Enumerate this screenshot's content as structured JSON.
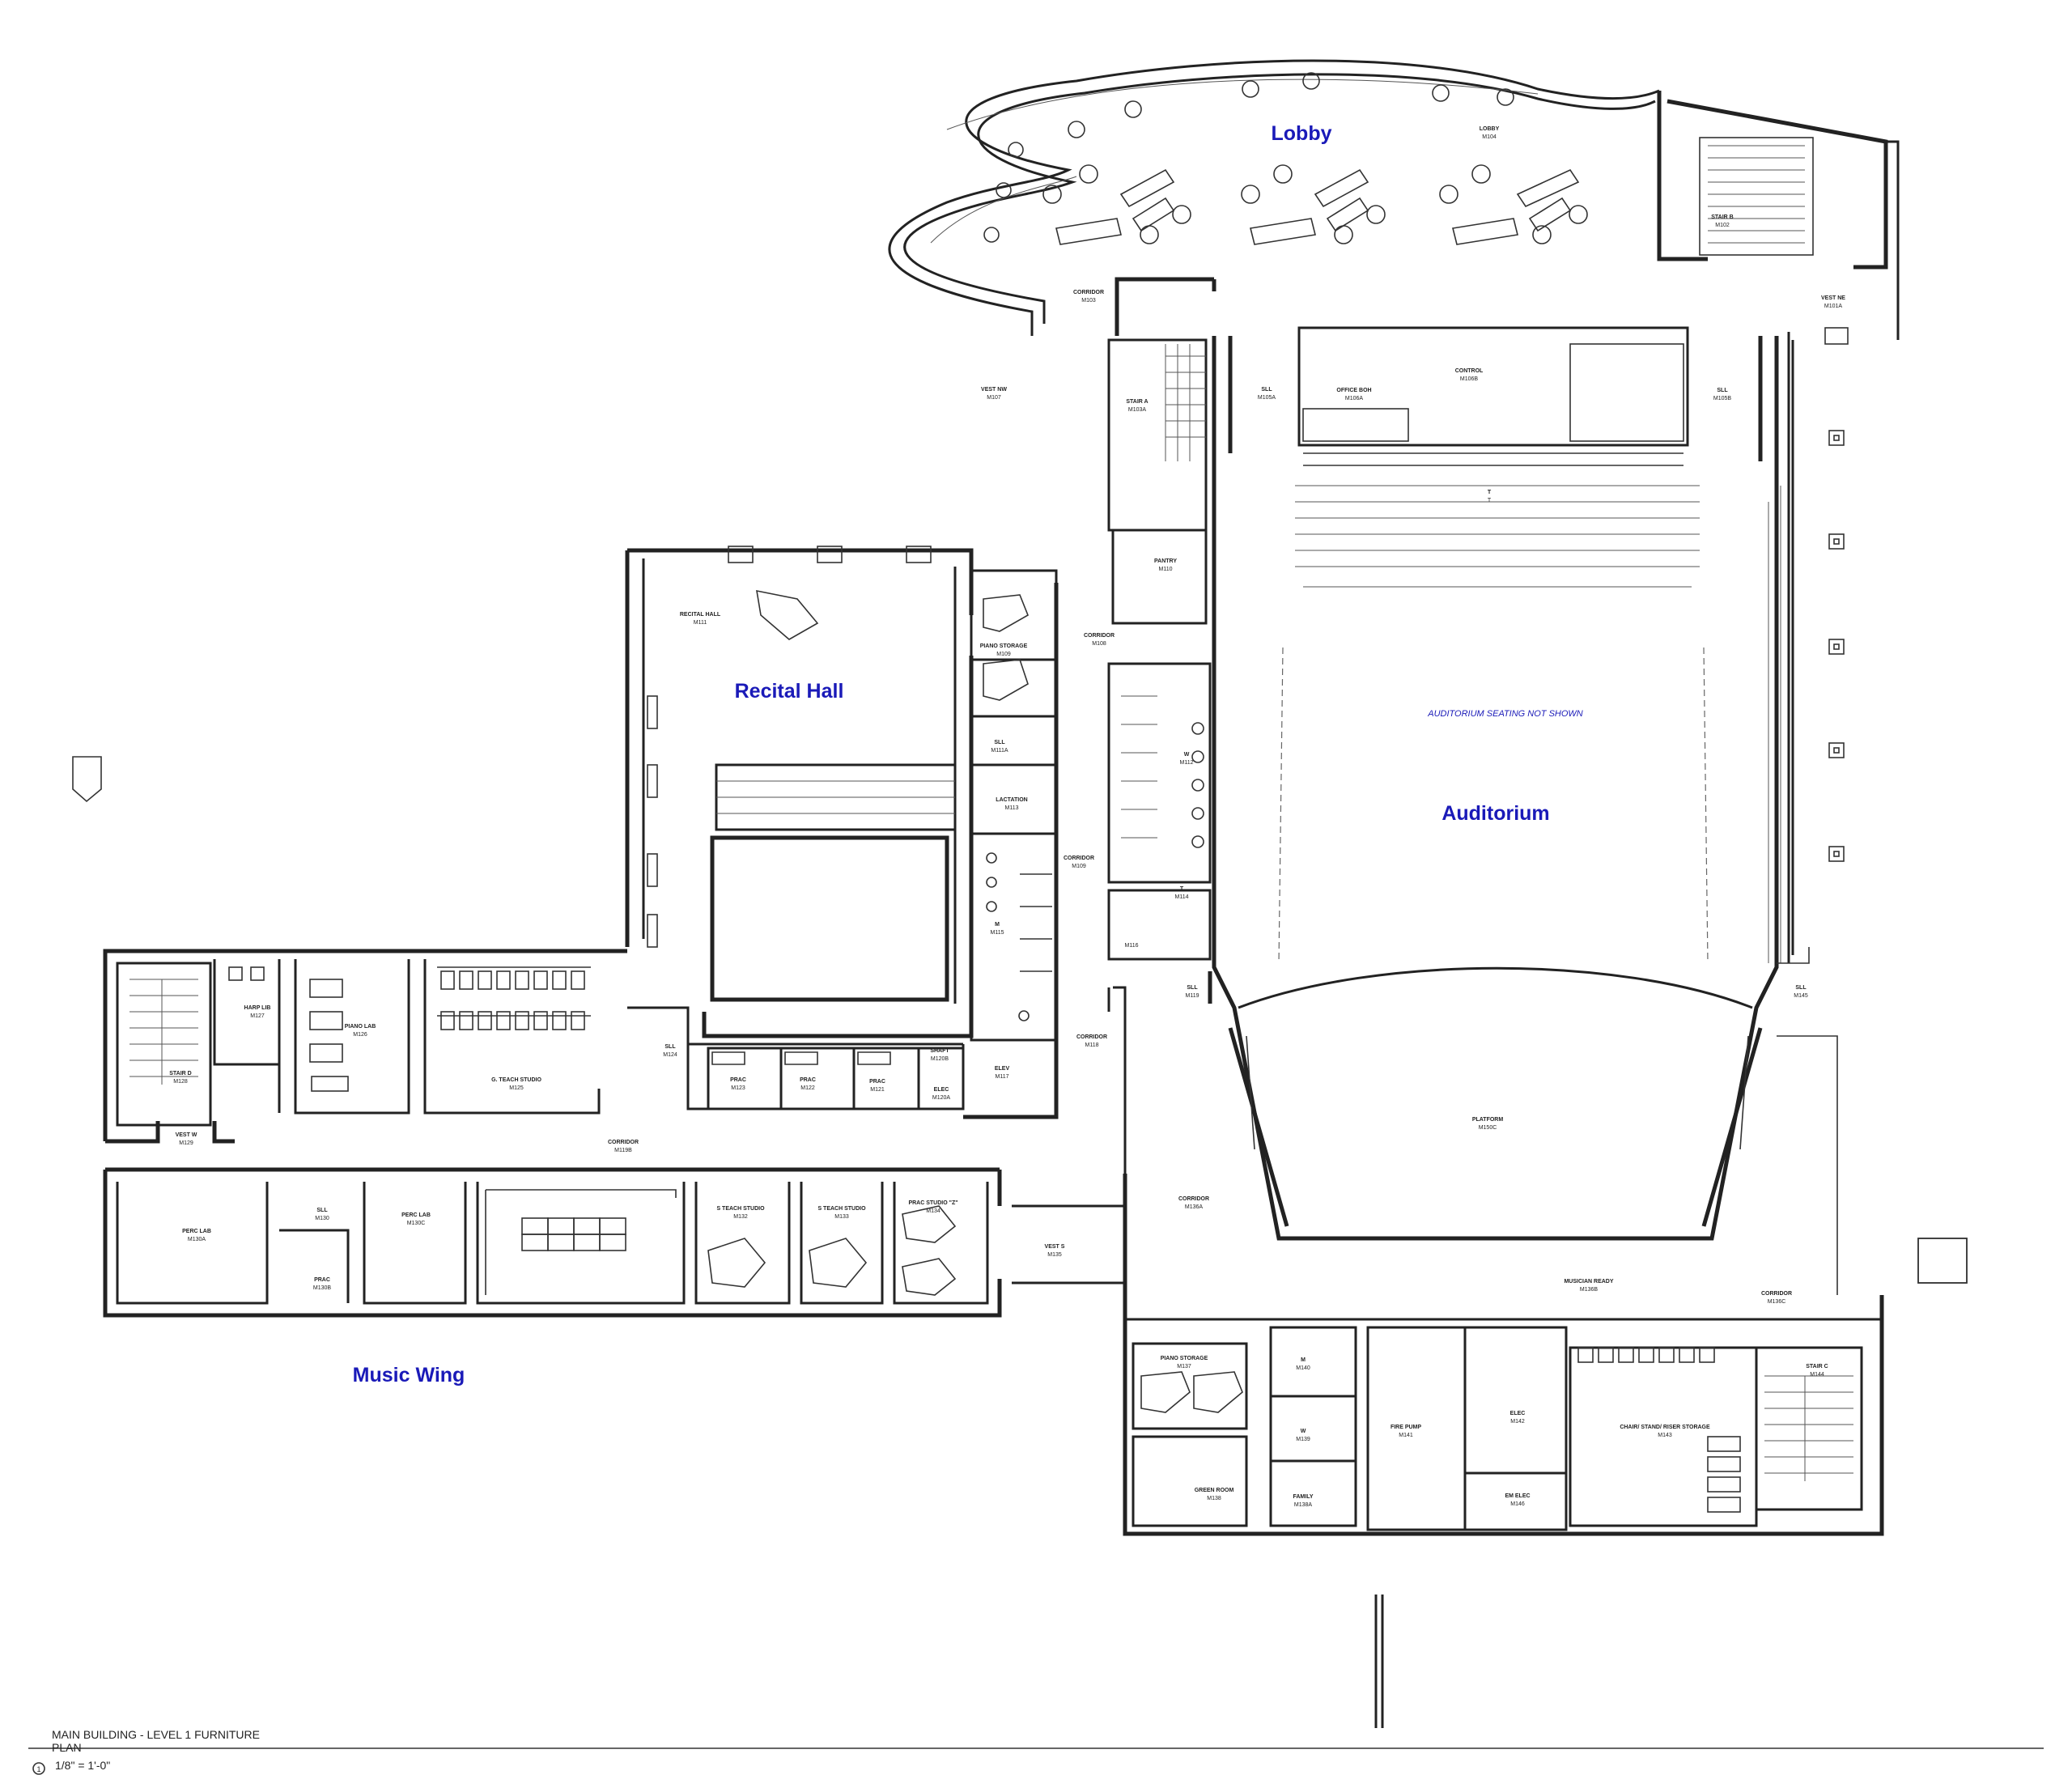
{
  "labels": {
    "lobby": "Lobby",
    "recital_hall": "Recital Hall",
    "auditorium": "Auditorium",
    "music_wing": "Music Wing",
    "auditorium_note": "AUDITORIUM SEATING NOT SHOWN"
  },
  "rooms": [
    {
      "name": "LOBBY",
      "num": "M104"
    },
    {
      "name": "STAIR B",
      "num": "M102"
    },
    {
      "name": "VEST NE",
      "num": "M101A"
    },
    {
      "name": "CORRIDOR",
      "num": "M103"
    },
    {
      "name": "VEST NW",
      "num": "M107"
    },
    {
      "name": "STAIR A",
      "num": "M103A"
    },
    {
      "name": "SLL",
      "num": "M105A"
    },
    {
      "name": "OFFICE BOH",
      "num": "M106A"
    },
    {
      "name": "CONTROL",
      "num": "M106B"
    },
    {
      "name": "SLL",
      "num": "M105B"
    },
    {
      "name": "T",
      "num": "T"
    },
    {
      "name": "RECITAL HALL",
      "num": "M111"
    },
    {
      "name": "PIANO STORAGE",
      "num": "M109"
    },
    {
      "name": "PANTRY",
      "num": "M110"
    },
    {
      "name": "CORRIDOR",
      "num": "M108"
    },
    {
      "name": "SLL",
      "num": "M111A"
    },
    {
      "name": "W",
      "num": "M112"
    },
    {
      "name": "LACTATION",
      "num": "M113"
    },
    {
      "name": "CORRIDOR",
      "num": "M109"
    },
    {
      "name": "M",
      "num": "M115"
    },
    {
      "name": "T",
      "num": "M114"
    },
    {
      "name": "",
      "num": "M116"
    },
    {
      "name": "SLL",
      "num": "M119"
    },
    {
      "name": "SLL",
      "num": "M145"
    },
    {
      "name": "HARP LIB",
      "num": "M127"
    },
    {
      "name": "PIANO LAB",
      "num": "M126"
    },
    {
      "name": "G. TEACH STUDIO",
      "num": "M125"
    },
    {
      "name": "SLL",
      "num": "M124"
    },
    {
      "name": "PRAC",
      "num": "M123"
    },
    {
      "name": "PRAC",
      "num": "M122"
    },
    {
      "name": "PRAC",
      "num": "M121"
    },
    {
      "name": "SHAFT",
      "num": "M120B"
    },
    {
      "name": "ELEC",
      "num": "M120A"
    },
    {
      "name": "ELEV",
      "num": "M117"
    },
    {
      "name": "CORRIDOR",
      "num": "M118"
    },
    {
      "name": "STAIR D",
      "num": "M128"
    },
    {
      "name": "VEST W",
      "num": "M129"
    },
    {
      "name": "CORRIDOR",
      "num": "M119B"
    },
    {
      "name": "PLATFORM",
      "num": "M150C"
    },
    {
      "name": "PERC LAB",
      "num": "M130A"
    },
    {
      "name": "SLL",
      "num": "M130"
    },
    {
      "name": "PERC LAB",
      "num": "M130C"
    },
    {
      "name": "PRAC",
      "num": "M130B"
    },
    {
      "name": "S TEACH STUDIO",
      "num": "M132"
    },
    {
      "name": "S TEACH STUDIO",
      "num": "M133"
    },
    {
      "name": "PRAC STUDIO \"Z\"",
      "num": "M134"
    },
    {
      "name": "VEST S",
      "num": "M135"
    },
    {
      "name": "CORRIDOR",
      "num": "M136A"
    },
    {
      "name": "MUSICIAN READY",
      "num": "M136B"
    },
    {
      "name": "CORRIDOR",
      "num": "M136C"
    },
    {
      "name": "PIANO STORAGE",
      "num": "M137"
    },
    {
      "name": "M",
      "num": "M140"
    },
    {
      "name": "W",
      "num": "M139"
    },
    {
      "name": "FAMILY",
      "num": "M138A"
    },
    {
      "name": "GREEN ROOM",
      "num": "M138"
    },
    {
      "name": "FIRE PUMP",
      "num": "M141"
    },
    {
      "name": "ELEC",
      "num": "M142"
    },
    {
      "name": "EM ELEC",
      "num": "M146"
    },
    {
      "name": "CHAIR/ STAND/ RISER STORAGE",
      "num": "M143"
    },
    {
      "name": "STAIR C",
      "num": "M144"
    }
  ],
  "title_block": {
    "number": "1",
    "title_line1": "MAIN BUILDING - LEVEL 1 FURNITURE",
    "title_line2": "PLAN",
    "scale": "1/8\" = 1'-0\""
  }
}
